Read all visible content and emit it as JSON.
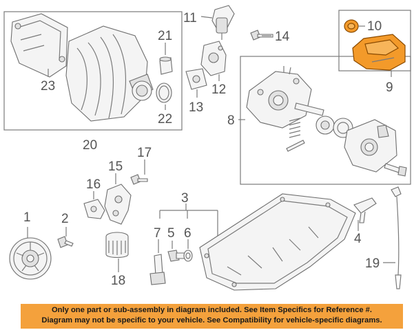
{
  "callouts": {
    "c1": "1",
    "c2": "2",
    "c3": "3",
    "c4": "4",
    "c5": "5",
    "c6": "6",
    "c7": "7",
    "c8": "8",
    "c9": "9",
    "c10": "10",
    "c11": "11",
    "c12": "12",
    "c13": "13",
    "c14": "14",
    "c15": "15",
    "c16": "16",
    "c17": "17",
    "c18": "18",
    "c19": "19",
    "c20": "20",
    "c21": "21",
    "c22": "22",
    "c23": "23"
  },
  "notice": {
    "line1": "Only one part or sub-assembly in diagram included. See Item Specifics for Reference #.",
    "line2": "Diagram may not be specific to your vehicle. See Compatibility for vehicle-specific diagrams."
  },
  "colors": {
    "highlight": "#f39a2a",
    "banner": "#f4a13c",
    "line": "#7a7a7a"
  }
}
